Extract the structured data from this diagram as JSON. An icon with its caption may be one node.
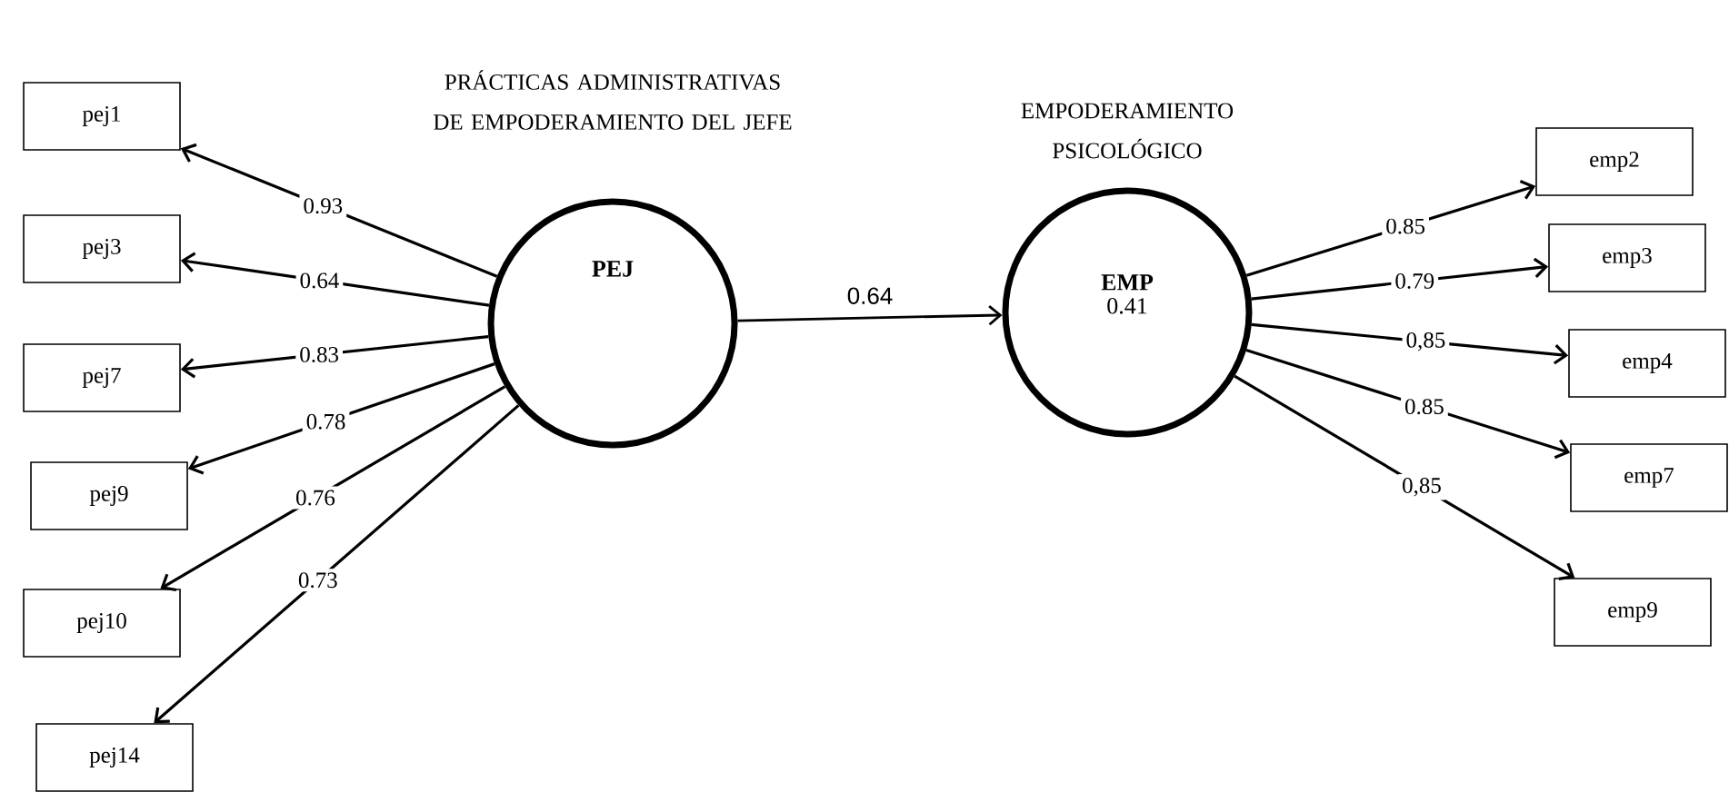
{
  "diagram": {
    "nodes": [
      {
        "text": [
          "pej1"
        ]
      },
      {
        "text": [
          "pej3"
        ]
      },
      {
        "text": [
          "pej7"
        ]
      },
      {
        "text": [
          "pej9"
        ]
      },
      {
        "text": [
          "pej10"
        ]
      },
      {
        "text": [
          "pej14"
        ]
      },
      {
        "text": [
          "PRÁCTICAS ADMINISTRATIVAS DE EMPODERAMIENTO DEL JEFE",
          "PEJ"
        ]
      },
      {
        "text": [
          "EMPODERAMIENTO PSICOLÓGICO",
          "EMP",
          "0.41"
        ]
      },
      {
        "text": [
          "emp2"
        ]
      },
      {
        "text": [
          "emp3"
        ]
      },
      {
        "text": [
          "emp4"
        ]
      },
      {
        "text": [
          "emp7"
        ]
      },
      {
        "text": [
          "emp9"
        ]
      }
    ],
    "edges": [
      {
        "from": 6,
        "to": 0,
        "arrow": "to",
        "label": "0.93"
      },
      {
        "from": 6,
        "to": 1,
        "arrow": "to",
        "label": "0.64"
      },
      {
        "from": 6,
        "to": 2,
        "arrow": "to",
        "label": "0.83"
      },
      {
        "from": 6,
        "to": 3,
        "arrow": "to",
        "label": "0.78"
      },
      {
        "from": 6,
        "to": 4,
        "arrow": "to",
        "label": "0.76"
      },
      {
        "from": 6,
        "to": 5,
        "arrow": "to",
        "label": "0.73"
      },
      {
        "from": 6,
        "to": 7,
        "arrow": "to",
        "label": "0.64"
      },
      {
        "from": 7,
        "to": 8,
        "arrow": "to",
        "label": "0.85"
      },
      {
        "from": 7,
        "to": 9,
        "arrow": "to",
        "label": "0.79"
      },
      {
        "from": 7,
        "to": 10,
        "arrow": "to",
        "label": "0,85"
      },
      {
        "from": 7,
        "to": 11,
        "arrow": "to",
        "label": "0.85"
      },
      {
        "from": 7,
        "to": 12,
        "arrow": "to",
        "label": "0,85"
      }
    ]
  }
}
